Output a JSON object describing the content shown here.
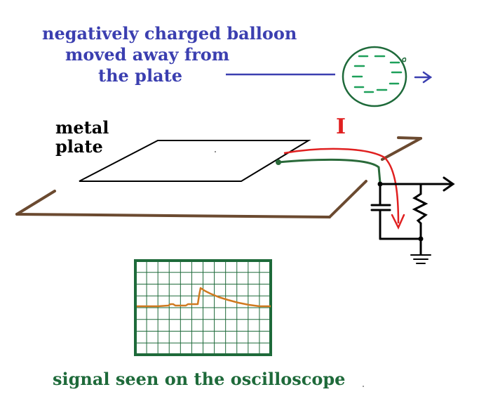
{
  "balloon_caption": {
    "line1": "negatively charged balloon",
    "line2": "moved away from",
    "line3": "the plate",
    "color": "#3b3fb0"
  },
  "plate_label": {
    "line1": "metal",
    "line2": "plate",
    "color": "#000000"
  },
  "current_label": {
    "text": "I",
    "color": "#e02020"
  },
  "scope_caption": {
    "text": "signal seen on the oscilloscope",
    "color": "#1e6a3a"
  },
  "balloon": {
    "charge_marks": [
      "–",
      "–",
      "–",
      "–",
      "–",
      "–",
      "–",
      "–",
      "–",
      "–"
    ],
    "outline_color": "#1e6a3a",
    "charge_color": "#1ea05a"
  },
  "colors": {
    "ground_plane": "#6b4a30",
    "wire_green": "#2a6a3a",
    "current_red": "#e02020",
    "scope_grid": "#1e6a3a",
    "signal": "#d07a20",
    "arrow_blue": "#3b3fb0"
  }
}
